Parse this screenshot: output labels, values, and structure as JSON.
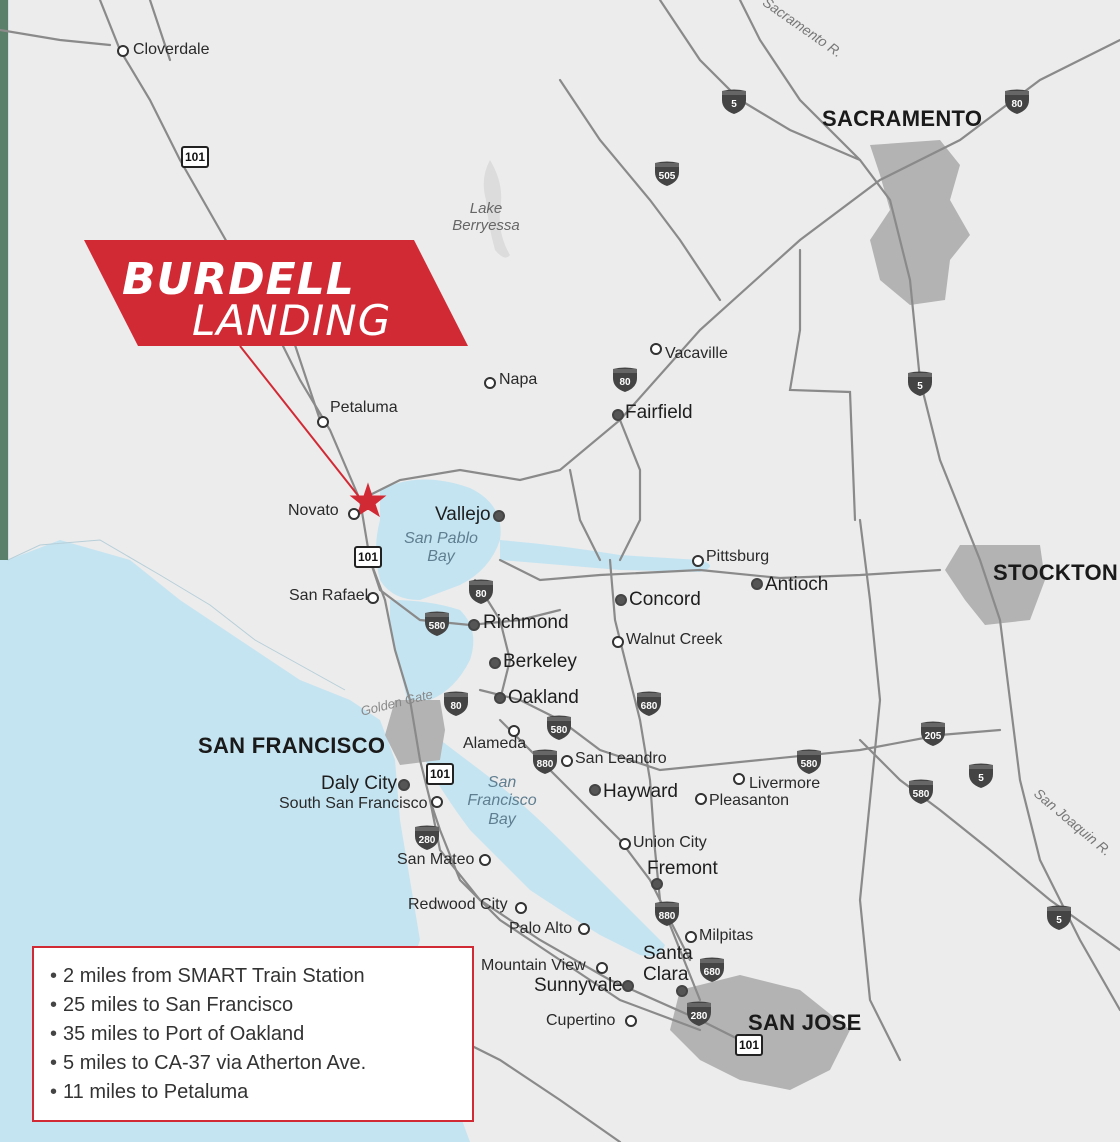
{
  "banner": {
    "line1": "BURDELL",
    "line2": "LANDING",
    "color": "#d22a35"
  },
  "colors": {
    "water": "#c5e4f1",
    "land": "#ececec",
    "urban": "#b3b3b3",
    "road": "#8a8a8a",
    "marker": "#d22a35"
  },
  "regions": {
    "sacramento": "SACRAMENTO",
    "stockton": "STOCKTON",
    "san_francisco": "SAN FRANCISCO",
    "san_jose": "SAN JOSE"
  },
  "water_labels": {
    "san_pablo_bay": "San Pablo Bay",
    "sf_bay": "San Francisco Bay",
    "lake_berryessa": "Lake Berryessa",
    "golden_gate": "Golden Gate"
  },
  "rivers": {
    "sacramento_r": "Sacramento R.",
    "san_joaquin_r": "San Joaquin R."
  },
  "cities": {
    "cloverdale": "Cloverdale",
    "petaluma": "Petaluma",
    "novato": "Novato",
    "napa": "Napa",
    "vacaville": "Vacaville",
    "fairfield": "Fairfield",
    "vallejo": "Vallejo",
    "pittsburg": "Pittsburg",
    "antioch": "Antioch",
    "concord": "Concord",
    "walnut_creek": "Walnut Creek",
    "san_rafael": "San Rafael",
    "richmond": "Richmond",
    "berkeley": "Berkeley",
    "oakland": "Oakland",
    "alameda": "Alameda",
    "san_leandro": "San Leandro",
    "livermore": "Livermore",
    "hayward": "Hayward",
    "pleasanton": "Pleasanton",
    "daly_city": "Daly City",
    "south_san_francisco": "South San Francisco",
    "san_mateo": "San Mateo",
    "union_city": "Union City",
    "fremont": "Fremont",
    "redwood_city": "Redwood City",
    "palo_alto": "Palo Alto",
    "milpitas": "Milpitas",
    "mountain_view": "Mountain View",
    "santa_clara": "Santa Clara",
    "sunnyvale": "Sunnyvale",
    "cupertino": "Cupertino"
  },
  "highways": {
    "i5_a": "5",
    "i5_b": "5",
    "i5_c": "5",
    "i5_d": "5",
    "i80_a": "80",
    "i80_b": "80",
    "i80_c": "80",
    "i80_d": "80",
    "i505": "505",
    "i580_a": "580",
    "i580_b": "580",
    "i580_c": "580",
    "i580_d": "580",
    "i680_a": "680",
    "i680_b": "680",
    "i880_a": "880",
    "i880_b": "880",
    "i205": "205",
    "i280_a": "280",
    "i280_b": "280",
    "us101_a": "101",
    "us101_b": "101",
    "us101_c": "101",
    "us101_d": "101"
  },
  "info": {
    "items": [
      "2 miles from SMART Train Station",
      "25 miles to San Francisco",
      "35 miles to Port of Oakland",
      "5 miles to CA-37 via Atherton Ave.",
      "11 miles to Petaluma"
    ]
  }
}
